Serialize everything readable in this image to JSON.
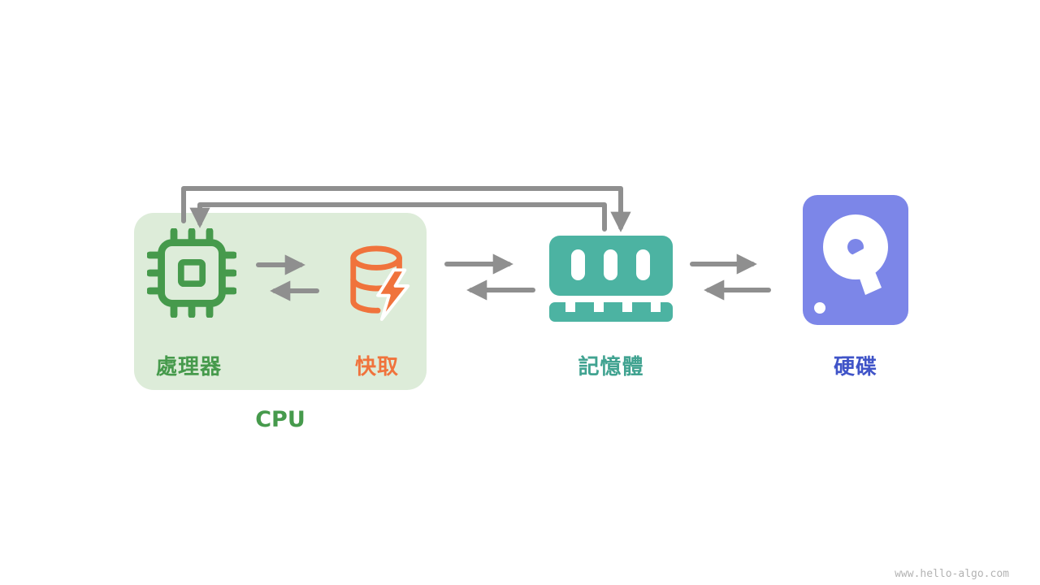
{
  "diagram": {
    "cpu_group": {
      "group_label": "CPU",
      "processor_label": "處理器",
      "cache_label": "快取"
    },
    "memory": {
      "label": "記憶體"
    },
    "disk": {
      "label": "硬碟"
    },
    "watermark": "www.hello-algo.com"
  },
  "colors": {
    "green": "#469a4c",
    "green_bg": "#ddecd9",
    "orange": "#f0733c",
    "teal": "#4cb3a2",
    "teal_text": "#41a391",
    "purple": "#7c86e8",
    "blue_text": "#4054c8",
    "arrow": "#8f8f8f",
    "watermark": "#b3b3b3"
  }
}
